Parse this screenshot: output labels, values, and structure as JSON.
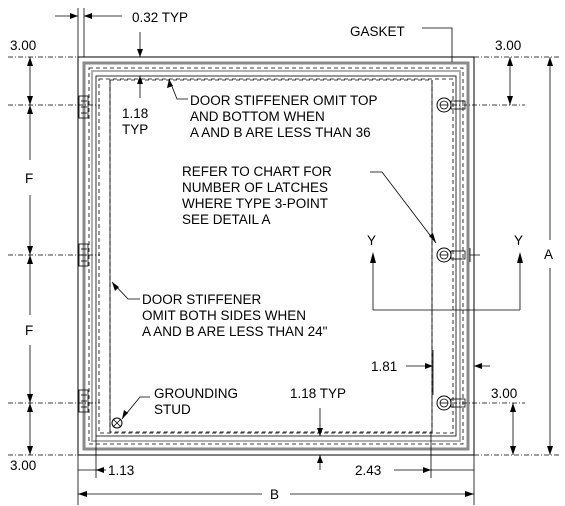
{
  "labels": {
    "typ_032": "0.32 TYP",
    "gasket": "GASKET",
    "dim_300_tl": "3.00",
    "dim_300_tr": "3.00",
    "dim_118_typ_line1": "1.18",
    "dim_118_typ_line2": "TYP",
    "stiffener_top_line1": "DOOR STIFFENER OMIT TOP",
    "stiffener_top_line2": "AND BOTTOM WHEN",
    "stiffener_top_line3": "A AND B ARE LESS THAN 36",
    "chart_line1": "REFER TO CHART FOR",
    "chart_line2": "NUMBER OF LATCHES",
    "chart_line3": "WHERE TYPE 3-POINT",
    "chart_line4": "SEE DETAIL A",
    "dim_f_upper": "F",
    "dim_f_lower": "F",
    "y_left": "Y",
    "y_right": "Y",
    "dim_a": "A",
    "stiffener_side_line1": "DOOR STIFFENER",
    "stiffener_side_line2": "OMIT BOTH SIDES WHEN",
    "stiffener_side_line3": "A AND B ARE LESS THAN 24\"",
    "dim_181": "1.81",
    "grounding_line1": "GROUNDING",
    "grounding_line2": "STUD",
    "dim_118_typ_bottom": "1.18 TYP",
    "dim_300_br": "3.00",
    "dim_300_bl": "3.00",
    "dim_113": "1.13",
    "dim_243": "2.43",
    "dim_b": "B"
  }
}
